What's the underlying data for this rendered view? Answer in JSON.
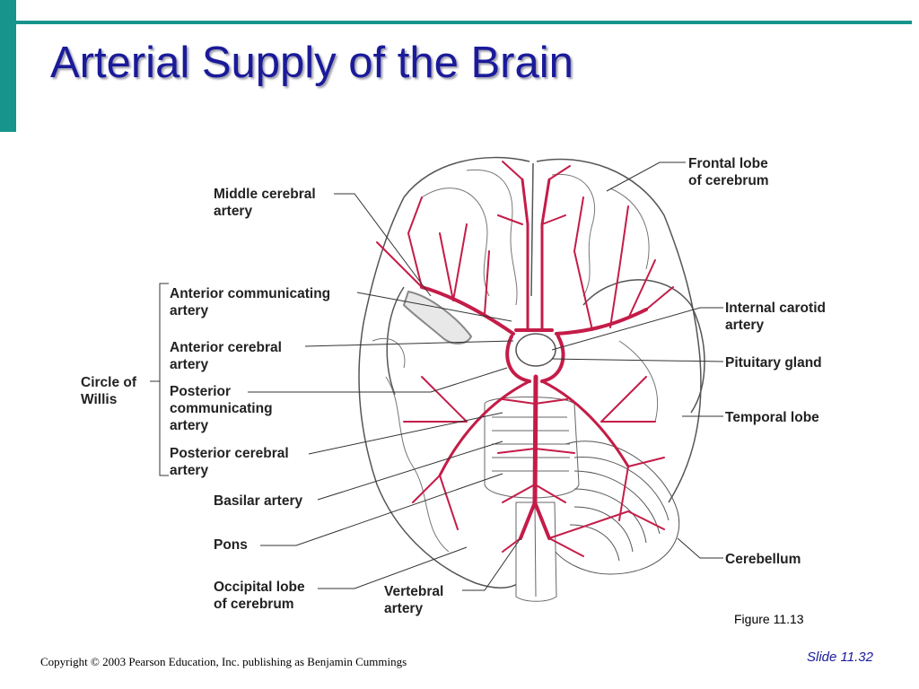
{
  "slide": {
    "title": "Arterial Supply of the Brain",
    "figure_caption": "Figure 11.13",
    "copyright": "Copyright © 2003 Pearson Education, Inc. publishing as Benjamin Cummings",
    "slide_number": "Slide 11.32"
  },
  "colors": {
    "accent": "#17948c",
    "title": "#1a1a9a",
    "artery": "#c41c48",
    "outline": "#444444"
  },
  "labels": {
    "middle_cerebral_artery": "Middle cerebral\nartery",
    "anterior_communicating_artery": "Anterior communicating\nartery",
    "anterior_cerebral_artery": "Anterior cerebral\nartery",
    "circle_of_willis": "Circle of\nWillis",
    "posterior_communicating_artery": "Posterior\ncommunicating\nartery",
    "posterior_cerebral_artery": "Posterior cerebral\nartery",
    "basilar_artery": "Basilar artery",
    "pons": "Pons",
    "occipital_lobe": "Occipital lobe\nof cerebrum",
    "vertebral_artery": "Vertebral\nartery",
    "frontal_lobe": "Frontal lobe\nof cerebrum",
    "internal_carotid_artery": "Internal carotid\nartery",
    "pituitary_gland": "Pituitary gland",
    "temporal_lobe": "Temporal lobe",
    "cerebellum": "Cerebellum"
  }
}
